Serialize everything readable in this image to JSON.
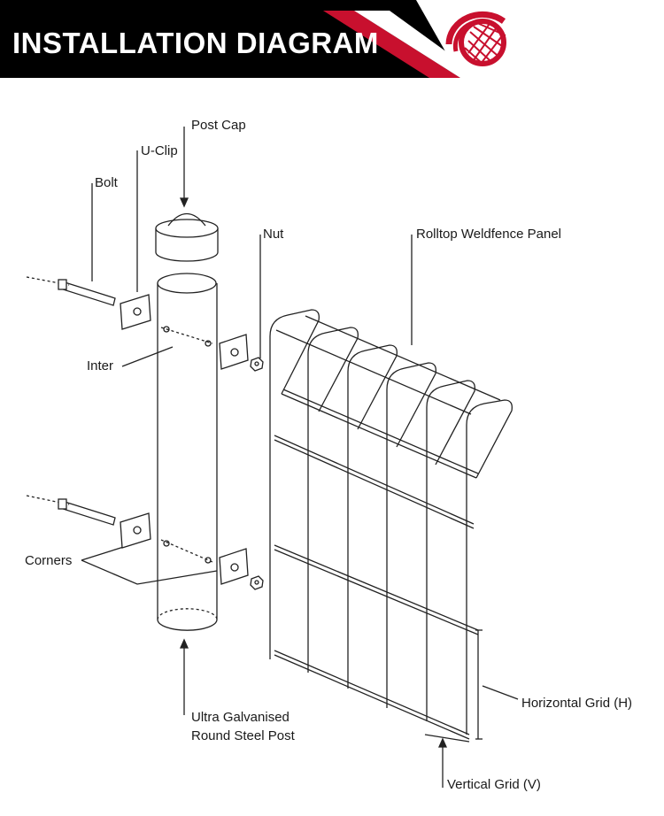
{
  "header": {
    "title": "INSTALLATION DIAGRAM",
    "bar_color": "#000000",
    "accent_color": "#c8102e",
    "logo_icon": "globe-arc-logo-icon"
  },
  "labels": {
    "post_cap": "Post Cap",
    "u_clip": "U-Clip",
    "bolt": "Bolt",
    "nut": "Nut",
    "panel": "Rolltop Weldfence Panel",
    "inter": "Inter",
    "corners": "Corners",
    "post_line1": "Ultra Galvanised",
    "post_line2": "Round Steel Post",
    "horizontal_grid": "Horizontal Grid (H)",
    "vertical_grid": "Vertical Grid (V)"
  }
}
